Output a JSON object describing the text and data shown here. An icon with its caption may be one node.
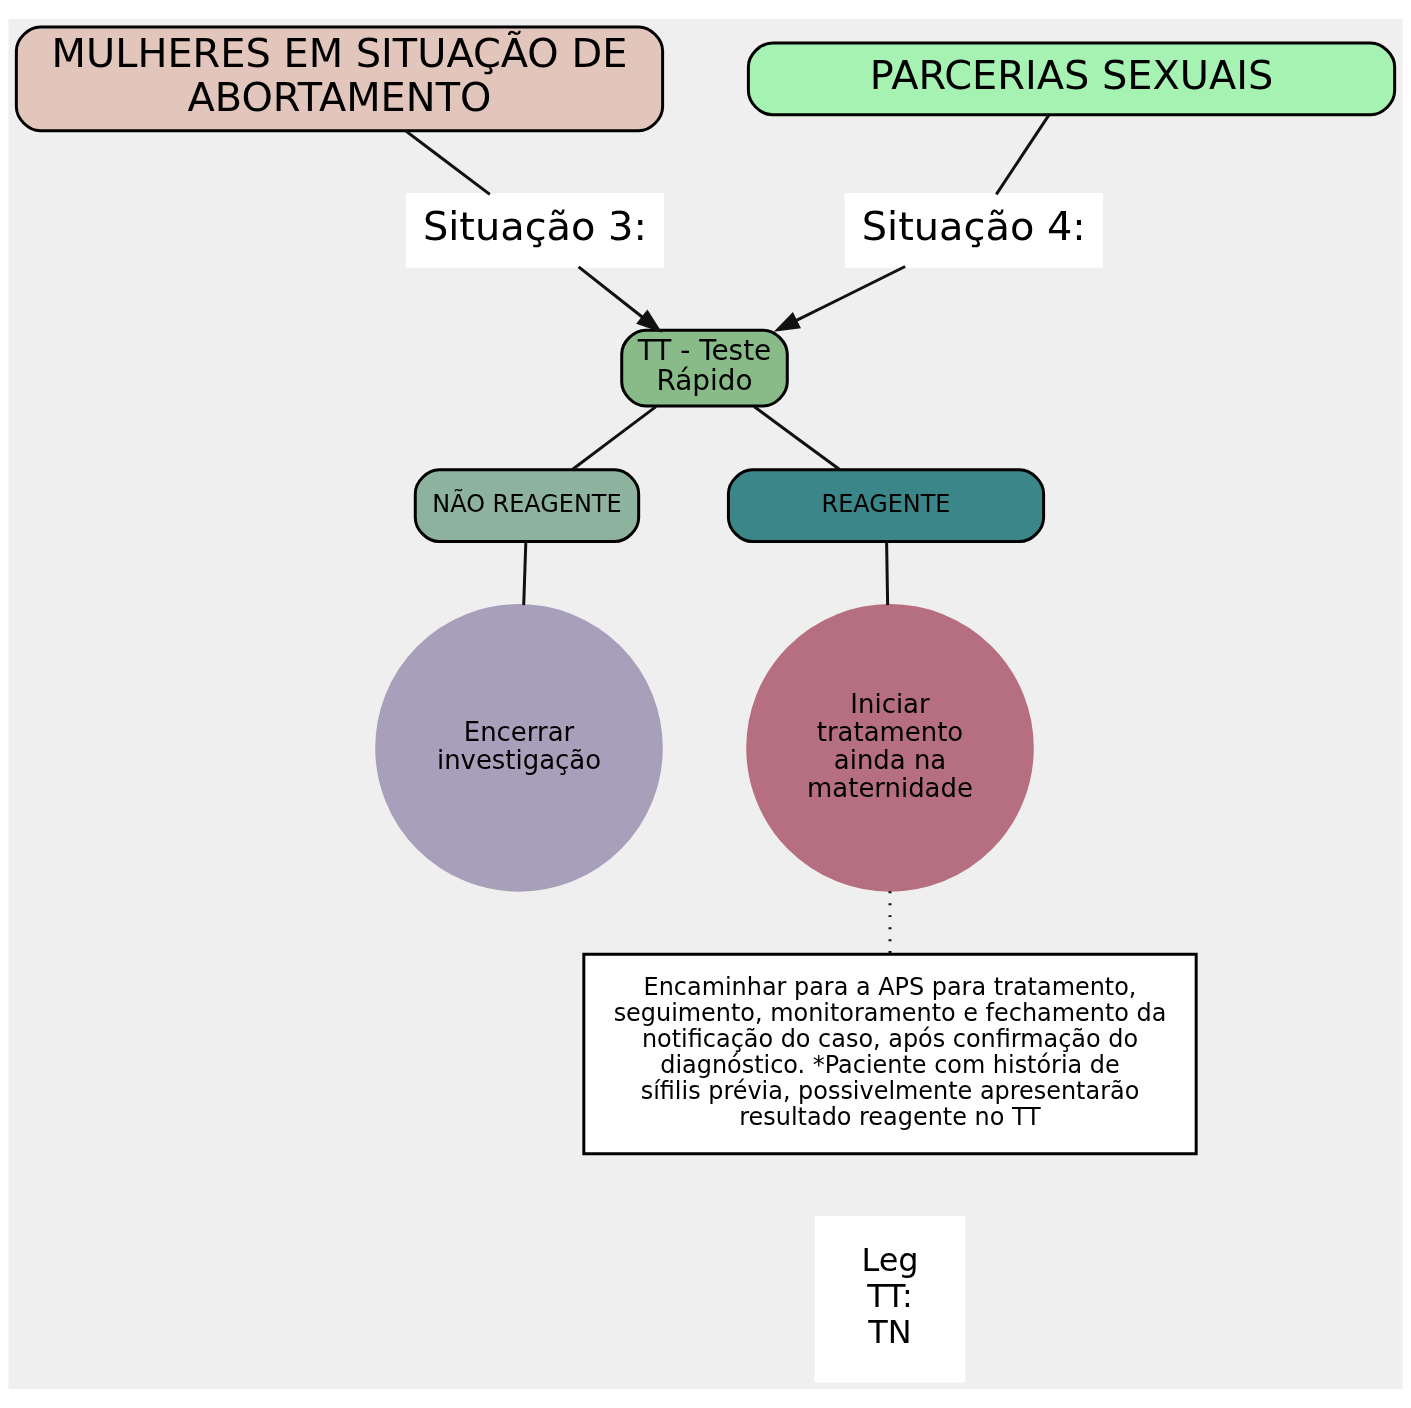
{
  "diagram": {
    "nodes": [
      {
        "text": [
          "MULHERES EM SITUAÇÃO DE ABORTAMENTO"
        ]
      },
      {
        "text": [
          "PARCERIAS SEXUAIS"
        ]
      },
      {
        "text": [
          "Situação 3:"
        ]
      },
      {
        "text": [
          "Situação 4:"
        ]
      },
      {
        "text": [
          "TT - Teste Rápido"
        ]
      },
      {
        "text": [
          "NÃO REAGENTE"
        ]
      },
      {
        "text": [
          "REAGENTE"
        ]
      },
      {
        "text": [
          "Encerrar investigação"
        ]
      },
      {
        "text": [
          "Iniciar tratamento ainda na maternidade"
        ]
      },
      {
        "text": [
          "Encaminhar para a APS para tratamento, seguimento, monitoramento e fechamento da notificação do caso, após confirmação do diagnóstico. *Paciente com história de sífilis prévia, possivelmente apresentarão resultado reagente no TT"
        ]
      },
      {
        "text": [
          "Leg",
          "TT:",
          "TN"
        ]
      }
    ],
    "edges": [
      {
        "from": 0,
        "to": 2,
        "arrow": "none"
      },
      {
        "from": 1,
        "to": 3,
        "arrow": "none"
      },
      {
        "from": 2,
        "to": 4,
        "arrow": "to"
      },
      {
        "from": 3,
        "to": 4,
        "arrow": "to"
      },
      {
        "from": 4,
        "to": 5,
        "arrow": "none"
      },
      {
        "from": 4,
        "to": 6,
        "arrow": "none"
      },
      {
        "from": 5,
        "to": 7,
        "arrow": "none"
      },
      {
        "from": 6,
        "to": 8,
        "arrow": "none"
      },
      {
        "from": 8,
        "to": 9,
        "arrow": "none",
        "style": "dashed"
      }
    ]
  }
}
